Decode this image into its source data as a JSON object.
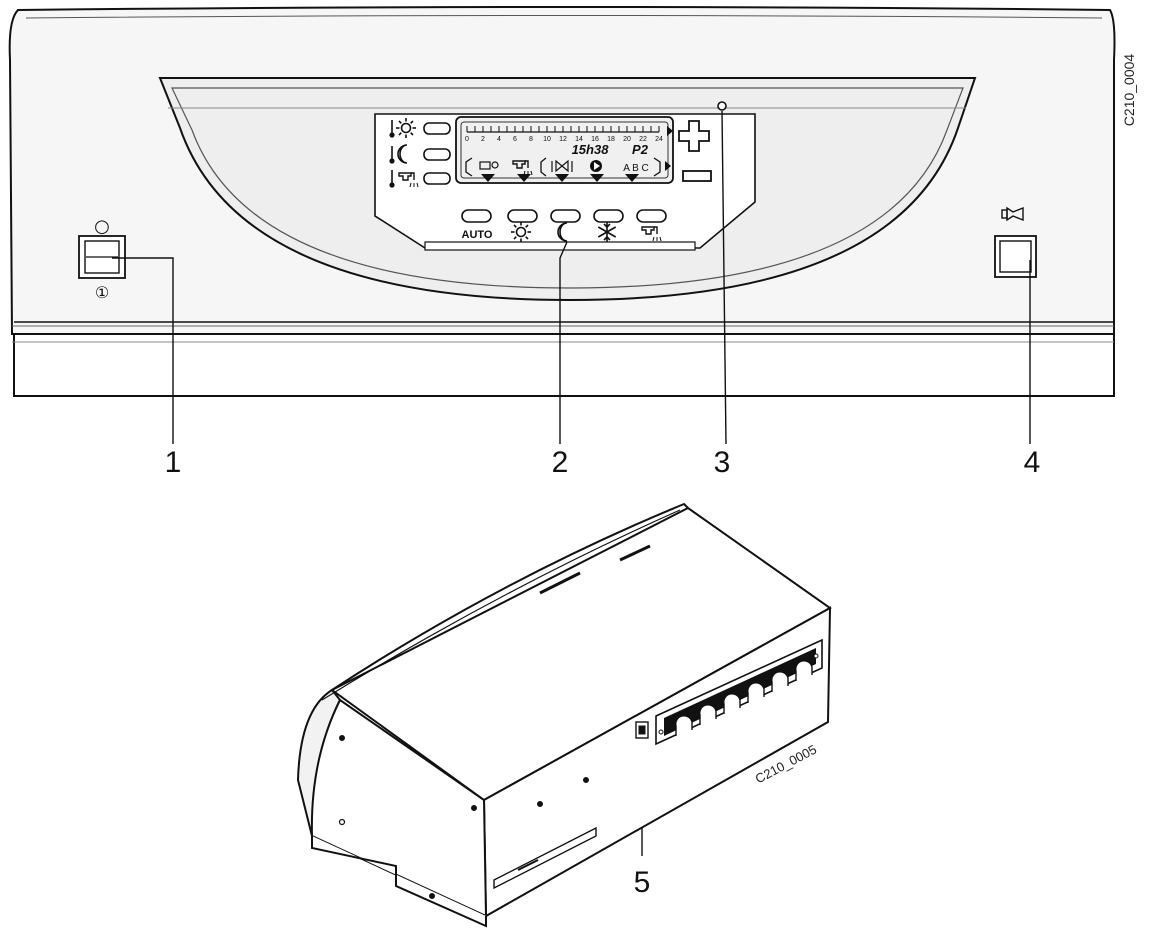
{
  "codes": {
    "front_view": "C210_0004",
    "box_view": "C210_0005"
  },
  "callouts": [
    "1",
    "2",
    "3",
    "4",
    "5"
  ],
  "display": {
    "scale_ticks": [
      "0",
      "2",
      "4",
      "6",
      "8",
      "10",
      "12",
      "14",
      "16",
      "18",
      "20",
      "22",
      "24"
    ],
    "time": "15h38",
    "program": "P2",
    "zones": "A B C"
  },
  "buttons": {
    "auto_label": "AUTO",
    "mode_icons": [
      "sun-icon",
      "moon-icon",
      "snowflake-icon",
      "hot-water-tap-icon"
    ]
  },
  "switch_symbols": {
    "off": "○",
    "on": "①"
  },
  "icons": [
    "thermometer-sun-icon",
    "thermometer-moon-icon",
    "thermometer-tap-icon",
    "horn-icon",
    "plus-icon",
    "minus-icon"
  ],
  "colors": {
    "line": "#1a1a1a",
    "panel": "#f7f7f7",
    "display": "#f0f0f0"
  }
}
